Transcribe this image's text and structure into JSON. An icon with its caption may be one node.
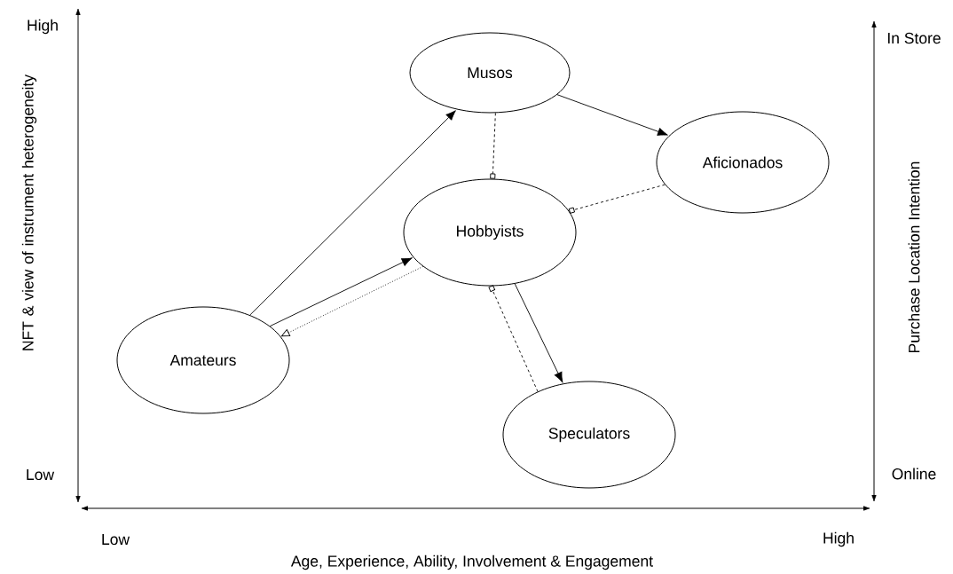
{
  "diagram": {
    "nodes": [
      {
        "text": [
          "Musos"
        ]
      },
      {
        "text": [
          "Aficionados"
        ]
      },
      {
        "text": [
          "Hobbyists"
        ]
      },
      {
        "text": [
          "Amateurs"
        ]
      },
      {
        "text": [
          "Speculators"
        ]
      }
    ],
    "edges": [
      {
        "from": 3,
        "to": 0,
        "arrow": "to"
      },
      {
        "from": 3,
        "to": 2,
        "arrow": "to"
      },
      {
        "from": 2,
        "to": 3,
        "arrow": "to",
        "style": "dashed"
      },
      {
        "from": 0,
        "to": 1,
        "arrow": "to"
      },
      {
        "from": 2,
        "to": 4,
        "arrow": "to"
      },
      {
        "from": 0,
        "to": 2,
        "arrow": "other",
        "style": "dashed"
      },
      {
        "from": 1,
        "to": 2,
        "arrow": "other",
        "style": "dashed"
      },
      {
        "from": 4,
        "to": 2,
        "arrow": "other",
        "style": "dashed"
      }
    ],
    "labels": [
      "High",
      "In Store",
      "NFT & view of instrument heterogeneity",
      "Purchase Location Intention",
      "Low",
      "Online",
      "Low",
      "High",
      "Age, Experience, Ability, Involvement & Engagement"
    ]
  }
}
